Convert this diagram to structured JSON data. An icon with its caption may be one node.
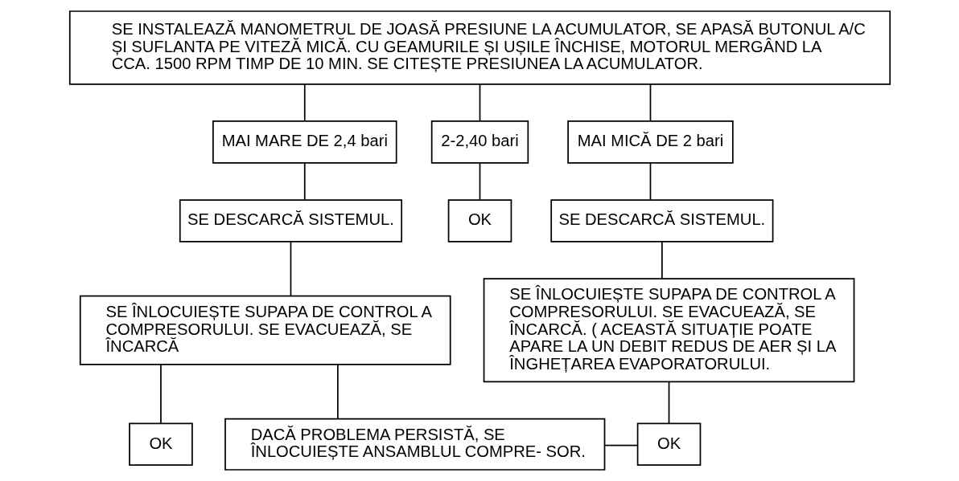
{
  "diagram": {
    "nodes": [
      {
        "text": [
          "SE INSTALEAZĂ MANOMETRUL DE JOASĂ PRESIUNE LA ACUMULATOR, SE APASĂ BUTONUL A/C ȘI SUFLANTA PE VITEZĂ MICĂ. CU GEAMURILE ȘI UȘILE ÎNCHISE, MOTORUL MERGÂND LA CCA. 1500 RPM TIMP DE 10 MIN. SE CITEȘTE PRESIUNEA LA ACUMULATOR."
        ]
      },
      {
        "text": [
          "MAI MARE DE 2,4 bari"
        ]
      },
      {
        "text": [
          "2-2,40 bari"
        ]
      },
      {
        "text": [
          "MAI MICĂ DE 2 bari"
        ]
      },
      {
        "text": [
          "SE DESCARCĂ SISTEMUL."
        ]
      },
      {
        "text": [
          "OK"
        ]
      },
      {
        "text": [
          "SE DESCARCĂ SISTEMUL."
        ]
      },
      {
        "text": [
          "SE ÎNLOCUIEȘTE SUPAPA DE CONTROL A COMPRESORULUI. SE EVACUEAZĂ, SE ÎNCARCĂ"
        ]
      },
      {
        "text": [
          "SE ÎNLOCUIEȘTE SUPAPA DE CONTROL A COMPRESORULUI. SE EVACUEAZĂ, SE ÎNCARCĂ. ( ACEASTĂ SITUAȚIE POATE APARE LA UN DEBIT REDUS DE AER ȘI LA ÎNGHEȚAREA EVAPORATORULUI."
        ]
      },
      {
        "text": [
          "OK"
        ]
      },
      {
        "text": [
          "DACĂ PROBLEMA PERSISTĂ, SE ÎNLOCUIEȘTE ANSAMBLUL COMPRE- SOR."
        ]
      },
      {
        "text": [
          "OK"
        ]
      }
    ],
    "edges": [
      {
        "from": 0,
        "to": 1,
        "arrow": "none"
      },
      {
        "from": 0,
        "to": 2,
        "arrow": "none"
      },
      {
        "from": 0,
        "to": 3,
        "arrow": "none"
      },
      {
        "from": 1,
        "to": 4,
        "arrow": "none"
      },
      {
        "from": 2,
        "to": 5,
        "arrow": "none"
      },
      {
        "from": 3,
        "to": 6,
        "arrow": "none"
      },
      {
        "from": 4,
        "to": 7,
        "arrow": "none"
      },
      {
        "from": 6,
        "to": 8,
        "arrow": "none"
      },
      {
        "from": 7,
        "to": 9,
        "arrow": "none"
      },
      {
        "from": 7,
        "to": 10,
        "arrow": "none"
      },
      {
        "from": 8,
        "to": 11,
        "arrow": "none"
      },
      {
        "from": 10,
        "to": 11,
        "arrow": "none"
      }
    ]
  }
}
